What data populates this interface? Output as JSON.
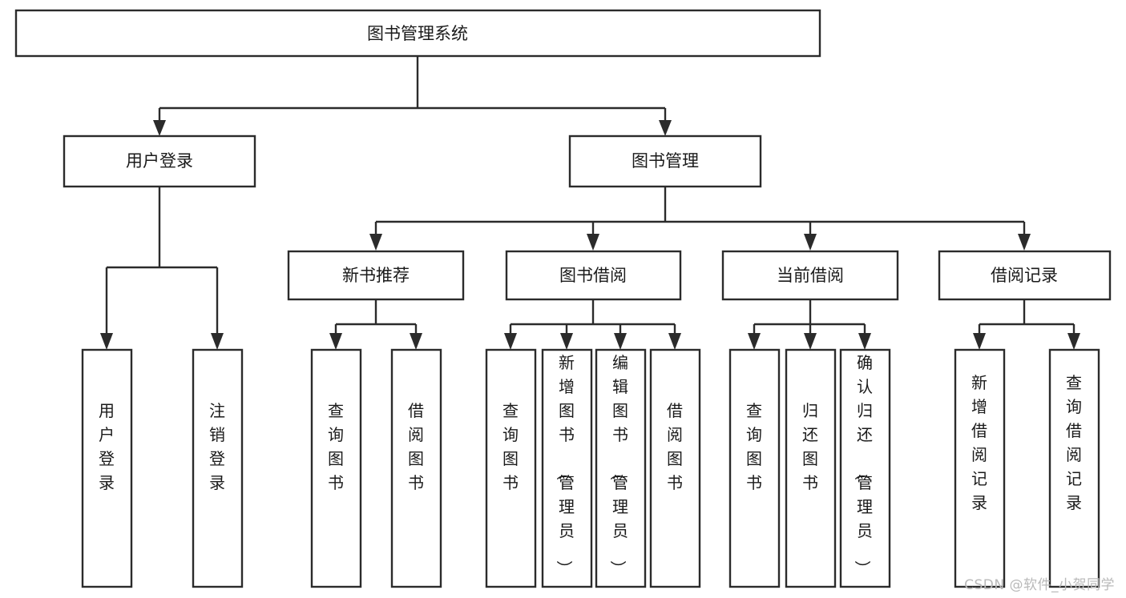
{
  "diagram": {
    "type": "tree-hierarchy",
    "title": "图书管理系统",
    "watermark": "CSDN @软件_小贺同学",
    "colors": {
      "stroke": "#2b2b2b",
      "fill": "#ffffff",
      "text": "#1a1a1a",
      "watermark": "#b9b9b9",
      "background": "#ffffff"
    },
    "levels": {
      "root": {
        "label": "图书管理系统"
      },
      "level2": [
        {
          "id": "user-login",
          "label": "用户登录"
        },
        {
          "id": "book-management",
          "label": "图书管理"
        }
      ],
      "level3": [
        {
          "id": "new-book-recommend",
          "label": "新书推荐",
          "parent": "book-management"
        },
        {
          "id": "book-borrow",
          "label": "图书借阅",
          "parent": "book-management"
        },
        {
          "id": "current-borrow",
          "label": "当前借阅",
          "parent": "book-management"
        },
        {
          "id": "borrow-record",
          "label": "借阅记录",
          "parent": "book-management"
        }
      ],
      "leaves": [
        {
          "id": "leaf-user-login",
          "label": "用户登录",
          "parent": "user-login"
        },
        {
          "id": "leaf-logout-login",
          "label": "注销登录",
          "parent": "user-login"
        },
        {
          "id": "leaf-query-book-1",
          "label": "查询图书",
          "parent": "new-book-recommend"
        },
        {
          "id": "leaf-borrow-book-1",
          "label": "借阅图书",
          "parent": "new-book-recommend"
        },
        {
          "id": "leaf-query-book-2",
          "label": "查询图书",
          "parent": "book-borrow"
        },
        {
          "id": "leaf-add-book",
          "label": "新增图书（管理员）",
          "parent": "book-borrow"
        },
        {
          "id": "leaf-edit-book",
          "label": "编辑图书（管理员）",
          "parent": "book-borrow"
        },
        {
          "id": "leaf-borrow-book-2",
          "label": "借阅图书",
          "parent": "book-borrow"
        },
        {
          "id": "leaf-query-book-3",
          "label": "查询图书",
          "parent": "current-borrow"
        },
        {
          "id": "leaf-return-book",
          "label": "归还图书",
          "parent": "current-borrow"
        },
        {
          "id": "leaf-confirm-return",
          "label": "确认归还（管理员）",
          "parent": "current-borrow"
        },
        {
          "id": "leaf-add-borrow-record",
          "label": "新增借阅记录",
          "parent": "borrow-record"
        },
        {
          "id": "leaf-query-borrow-record",
          "label": "查询借阅记录",
          "parent": "borrow-record"
        }
      ]
    }
  }
}
